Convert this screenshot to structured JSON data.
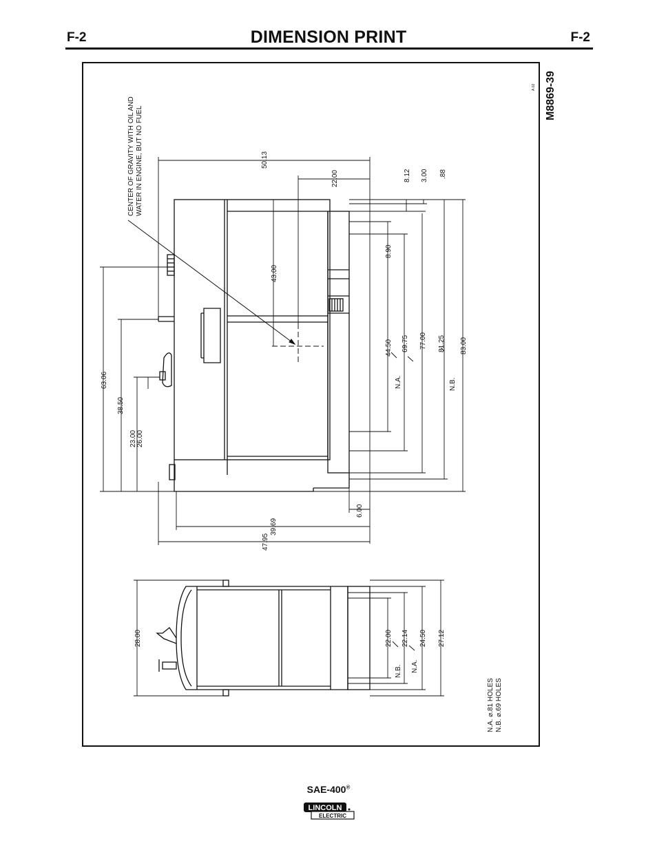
{
  "header": {
    "section_left": "F-2",
    "section_right": "F-2",
    "title": "DIMENSION PRINT"
  },
  "drawing": {
    "number": "M8869-39",
    "revision": "A.02",
    "cog_note_line1": "CENTER OF GRAVITY WITH OIL AND",
    "cog_note_line2": "WATER IN ENGINE, BUT NO FUEL",
    "side_view_dims": {
      "d_50_13": "50.13",
      "d_22_00_top": "22.00",
      "d_8_12": "8.12",
      "d_3_00": "3.00",
      "d_0_88": ".88",
      "d_43_00": "43.00",
      "d_8_90": "8.90",
      "d_44_50": "44.50",
      "d_69_75": "69.75",
      "d_77_00": "77.00",
      "d_81_25": "81.25",
      "d_83_00": "83.00",
      "d_63_06": "63.06",
      "d_38_50": "38.50",
      "d_23_00": "23.00",
      "d_26_00": "26.00",
      "d_6_00": "6.00",
      "d_39_69": "39.69",
      "d_47_95": "47.95"
    },
    "tags": {
      "na": "N.A.",
      "nb": "N.B."
    },
    "end_view_dims": {
      "d_28_00": "28.00",
      "d_22_00": "22.00",
      "d_22_14": "22.14",
      "d_24_50": "24.50",
      "d_27_12": "27.12"
    },
    "holes_note": {
      "na": "N.A. ⌀.81 HOLES",
      "nb": "N.B. ⌀.69 HOLES"
    }
  },
  "footer": {
    "model": "SAE-400",
    "registered_mark": "®",
    "brand_line1": "LINCOLN",
    "brand_line2": "ELECTRIC"
  }
}
